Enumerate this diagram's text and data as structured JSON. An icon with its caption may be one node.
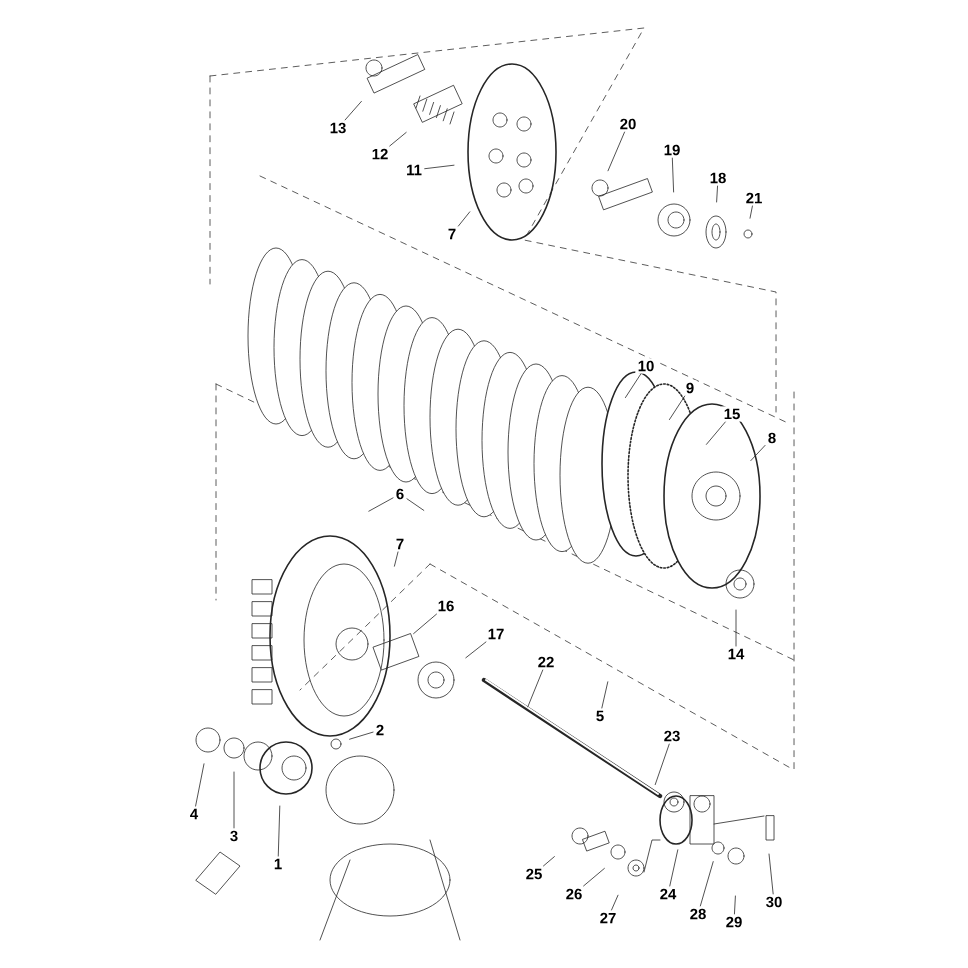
{
  "diagram": {
    "nodes": [
      {
        "text": [
          "13"
        ]
      },
      {
        "text": [
          "12"
        ]
      },
      {
        "text": [
          "20"
        ]
      },
      {
        "text": [
          "19"
        ]
      },
      {
        "text": [
          "11"
        ]
      },
      {
        "text": [
          "18"
        ]
      },
      {
        "text": [
          "21"
        ]
      },
      {
        "text": [
          "7"
        ]
      },
      {
        "text": [
          "10"
        ]
      },
      {
        "text": [
          "9"
        ]
      },
      {
        "text": [
          "15"
        ]
      },
      {
        "text": [
          "8"
        ]
      },
      {
        "text": [
          "6"
        ]
      },
      {
        "text": [
          "7"
        ]
      },
      {
        "text": [
          "16"
        ]
      },
      {
        "text": [
          "17"
        ]
      },
      {
        "text": [
          "14"
        ]
      },
      {
        "text": [
          "22"
        ]
      },
      {
        "text": [
          "5"
        ]
      },
      {
        "text": [
          "2"
        ]
      },
      {
        "text": [
          "23"
        ]
      },
      {
        "text": [
          "4"
        ]
      },
      {
        "text": [
          "3"
        ]
      },
      {
        "text": [
          "1"
        ]
      },
      {
        "text": [
          "25"
        ]
      },
      {
        "text": [
          "24"
        ]
      },
      {
        "text": [
          "26"
        ]
      },
      {
        "text": [
          "30"
        ]
      },
      {
        "text": [
          "28"
        ]
      },
      {
        "text": [
          "27"
        ]
      },
      {
        "text": [
          "29"
        ]
      }
    ],
    "edges": [
      {
        "from": 0,
        "to": null,
        "arrow": "none"
      },
      {
        "from": 1,
        "to": null,
        "arrow": "none"
      },
      {
        "from": 2,
        "to": null,
        "arrow": "none"
      },
      {
        "from": 3,
        "to": null,
        "arrow": "none"
      },
      {
        "from": 4,
        "to": null,
        "arrow": "none"
      },
      {
        "from": 5,
        "to": null,
        "arrow": "none"
      },
      {
        "from": 6,
        "to": null,
        "arrow": "none"
      },
      {
        "from": 7,
        "to": null,
        "arrow": "none"
      },
      {
        "from": 8,
        "to": null,
        "arrow": "none"
      },
      {
        "from": 9,
        "to": null,
        "arrow": "none"
      },
      {
        "from": 10,
        "to": null,
        "arrow": "none"
      },
      {
        "from": 11,
        "to": null,
        "arrow": "none"
      },
      {
        "from": 12,
        "to": null,
        "arrow": "none"
      },
      {
        "from": 12,
        "to": null,
        "arrow": "none"
      },
      {
        "from": 13,
        "to": null,
        "arrow": "none"
      },
      {
        "from": 14,
        "to": null,
        "arrow": "none"
      },
      {
        "from": 15,
        "to": null,
        "arrow": "none"
      },
      {
        "from": 16,
        "to": null,
        "arrow": "none"
      },
      {
        "from": 17,
        "to": null,
        "arrow": "none"
      },
      {
        "from": 18,
        "to": null,
        "arrow": "none"
      },
      {
        "from": 19,
        "to": null,
        "arrow": "none"
      },
      {
        "from": 20,
        "to": null,
        "arrow": "none"
      },
      {
        "from": 21,
        "to": null,
        "arrow": "none"
      },
      {
        "from": 22,
        "to": null,
        "arrow": "none"
      },
      {
        "from": 23,
        "to": null,
        "arrow": "none"
      },
      {
        "from": 24,
        "to": null,
        "arrow": "none"
      },
      {
        "from": 25,
        "to": null,
        "arrow": "none"
      },
      {
        "from": 26,
        "to": null,
        "arrow": "none"
      },
      {
        "from": 27,
        "to": null,
        "arrow": "none"
      },
      {
        "from": 28,
        "to": null,
        "arrow": "none"
      },
      {
        "from": 29,
        "to": null,
        "arrow": "none"
      },
      {
        "from": 30,
        "to": null,
        "arrow": "none"
      }
    ]
  }
}
